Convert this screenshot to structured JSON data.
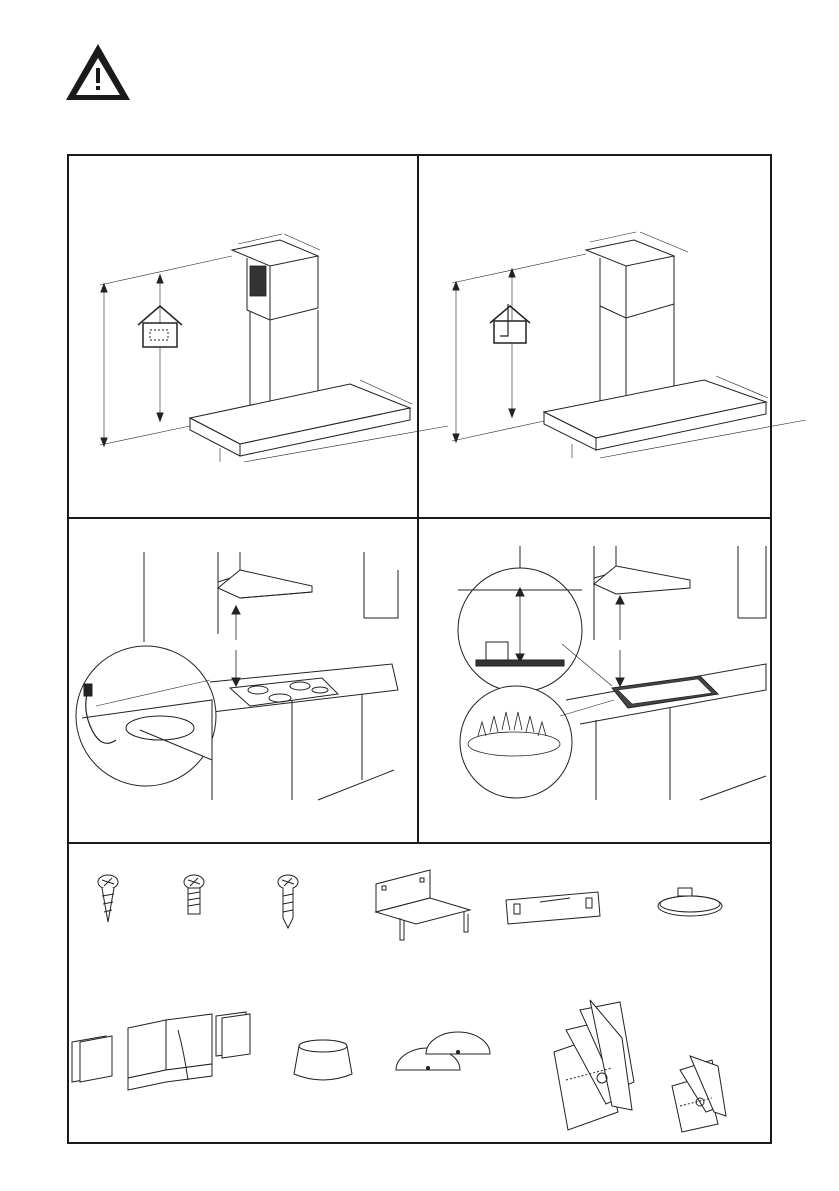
{
  "page": {
    "warning_icon": "warning-triangle-icon"
  },
  "panels": [
    {
      "id": "recirculation-mode",
      "icon": "house-recirculation-icon",
      "subject": "chimney-hood-dimensions"
    },
    {
      "id": "extraction-mode",
      "icon": "house-extraction-icon",
      "subject": "chimney-hood-dimensions"
    },
    {
      "id": "electric-hob-distance",
      "icon": "power-plug-icon",
      "subject": "electric-cooktop"
    },
    {
      "id": "gas-hob-distance",
      "icon": "gas-flame-icon",
      "subject": "gas-cooktop"
    }
  ],
  "accessories": [
    {
      "id": "screw-a",
      "icon": "countersunk-screw-icon"
    },
    {
      "id": "screw-b",
      "icon": "pan-head-screw-icon"
    },
    {
      "id": "screw-c",
      "icon": "wood-screw-icon"
    },
    {
      "id": "bracket",
      "icon": "mounting-bracket-icon"
    },
    {
      "id": "plate",
      "icon": "fixing-plate-icon"
    },
    {
      "id": "clamp",
      "icon": "hose-clamp-icon"
    },
    {
      "id": "ducts",
      "icon": "duct-connectors-icon"
    },
    {
      "id": "adapter",
      "icon": "round-adapter-icon"
    },
    {
      "id": "flaps",
      "icon": "anti-backflow-flaps-icon"
    },
    {
      "id": "manual-large",
      "icon": "instruction-manual-icon"
    },
    {
      "id": "manual-small",
      "icon": "instruction-booklet-icon"
    }
  ],
  "colors": {
    "line": "#222222",
    "frame": "#1a1a1a"
  }
}
